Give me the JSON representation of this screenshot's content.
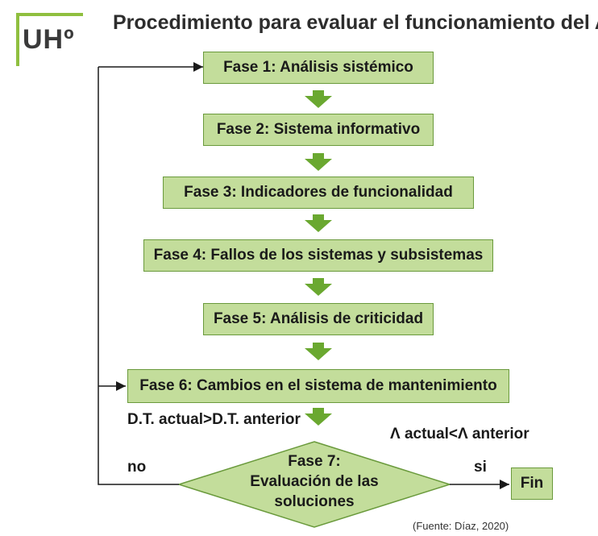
{
  "logo": {
    "text": "UHº"
  },
  "title": "Procedimiento para evaluar el funcionamiento del AG",
  "phases": [
    "Fase 1: Análisis sistémico",
    "Fase 2: Sistema informativo",
    "Fase 3: Indicadores de funcionalidad",
    "Fase 4: Fallos de los sistemas y subsistemas",
    "Fase 5: Análisis de criticidad",
    "Fase 6: Cambios en el sistema de mantenimiento"
  ],
  "decision": {
    "line1": "Fase 7:",
    "line2": "Evaluación de las",
    "line3": "soluciones"
  },
  "labels": {
    "condition_left": "D.T. actual>D.T. anterior",
    "condition_right": "Λ actual<Λ anterior",
    "no": "no",
    "si": "si",
    "fin": "Fin"
  },
  "source": "(Fuente: Díaz, 2020)",
  "colors": {
    "box_fill": "#c3dd9b",
    "box_border": "#6a9a3c",
    "arrow": "#6aa830",
    "logo_accent": "#8fbf3f"
  }
}
